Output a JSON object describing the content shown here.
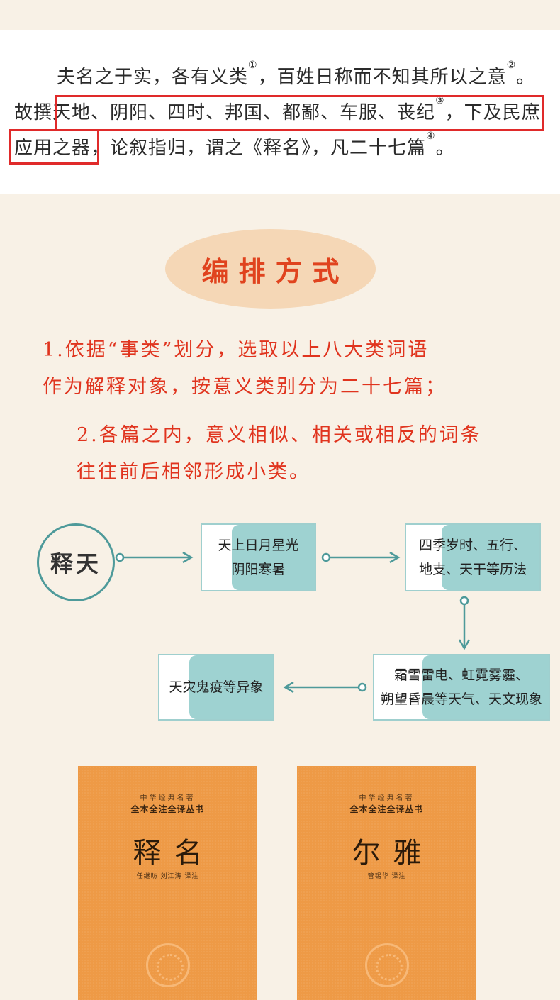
{
  "quote": {
    "line1": {
      "text": "夫名之于实，各有义类",
      "n1": "①",
      "mid": "，百姓日称而不知其所以之意",
      "n2": "②",
      "end": "。"
    },
    "line2": {
      "start": "故撰",
      "boxed": "天地、阴阳、四时、邦国、都鄙、车服、丧纪",
      "n3": "③",
      "end": "，下及民庶"
    },
    "line3": {
      "boxed": "应用之器",
      "rest": "，论叙指归，谓之《释名》，凡二十七篇",
      "n4": "④",
      "end": "。"
    }
  },
  "section": {
    "title": "编排方式",
    "point1": {
      "line1": "1.依据“事类”划分，选取以上八大类词语",
      "line2": "作为解释对象，按意义类别分为二十七篇；"
    },
    "point2": {
      "line1": "2.各篇之内，意义相似、相关或相反的词条",
      "line2": "往往前后相邻形成小类。"
    }
  },
  "flow": {
    "root": "释天",
    "nodes": [
      {
        "line1": "天上日月星光",
        "line2": "阴阳寒暑"
      },
      {
        "line1": "四季岁时、五行、",
        "line2": "地支、天干等历法"
      },
      {
        "line1": "霜雪雷电、虹霓雾霾、",
        "line2": "朔望昏晨等天气、天文现象"
      },
      {
        "line1": "天灾鬼疫等异象",
        "line2": ""
      }
    ]
  },
  "books": [
    {
      "series": "中华经典名著",
      "subseries": "全本全注全译丛书",
      "title": "释名",
      "author": "任继昉 刘江涛 译注"
    },
    {
      "series": "中华经典名著",
      "subseries": "全本全注全译丛书",
      "title": "尔雅",
      "author": "管锡华 译注"
    }
  ],
  "colors": {
    "accent_red": "#e0341e",
    "box_red": "#e02a2a",
    "teal": "#4e9a9a",
    "teal_fill": "#9ed2d1",
    "book_orange": "#ee9a46"
  }
}
